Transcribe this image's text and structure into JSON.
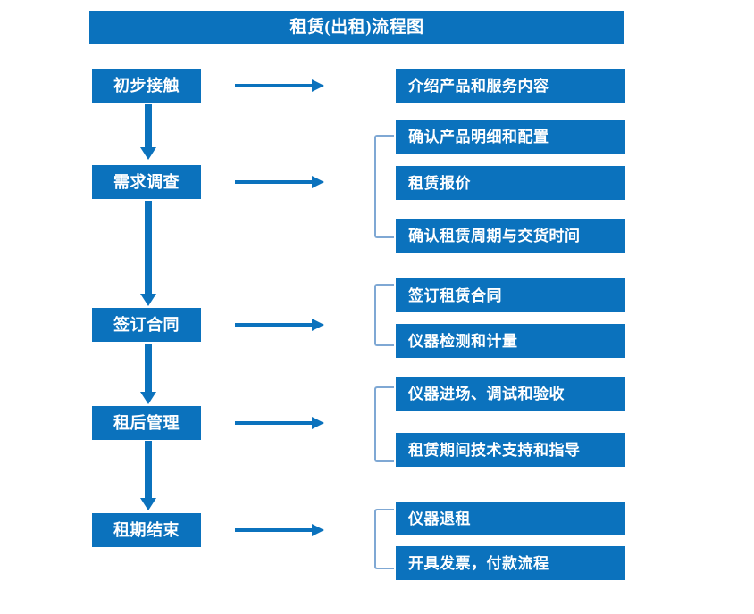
{
  "diagram": {
    "title": "租赁(出租)流程图",
    "accent_color": "#0B72BD",
    "bracket_color": "#7FA8D4",
    "background_color": "#FFFFFF",
    "stages": [
      {
        "label": "初步接触"
      },
      {
        "label": "需求调查"
      },
      {
        "label": "签订合同"
      },
      {
        "label": "租后管理"
      },
      {
        "label": "租期结束"
      }
    ],
    "details": [
      {
        "label": "介绍产品和服务内容"
      },
      {
        "label": "确认产品明细和配置"
      },
      {
        "label": "租赁报价"
      },
      {
        "label": "确认租赁周期与交货时间"
      },
      {
        "label": "签订租赁合同"
      },
      {
        "label": "仪器检测和计量"
      },
      {
        "label": "仪器进场、调试和验收"
      },
      {
        "label": "租赁期间技术支持和指导"
      },
      {
        "label": "仪器退租"
      },
      {
        "label": "开具发票，付款流程"
      }
    ]
  }
}
